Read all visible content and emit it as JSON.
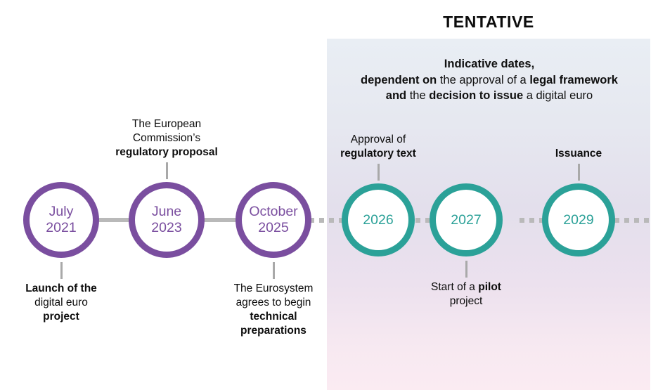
{
  "tentative": {
    "title": "TENTATIVE",
    "note_lines": [
      [
        {
          "t": "Indicative dates,",
          "b": true
        }
      ],
      [
        {
          "t": "dependent on",
          "b": true
        },
        {
          "t": " the approval of a ",
          "b": false
        },
        {
          "t": "legal framework",
          "b": true
        }
      ],
      [
        {
          "t": "and",
          "b": true
        },
        {
          "t": " the ",
          "b": false
        },
        {
          "t": "decision to issue",
          "b": true
        },
        {
          "t": " a digital euro",
          "b": false
        }
      ]
    ]
  },
  "colors": {
    "purple": "#7a4e9f",
    "teal": "#2ba198",
    "rail": "#b9b9b9",
    "stem": "#a9a9a9",
    "panel_top": "#e9eef4",
    "panel_mid": "#e3dfec",
    "panel_bottom": "#fbebf2",
    "text": "#0d0d0d"
  },
  "milestones": [
    {
      "id": "july-2021",
      "line1": "July",
      "line2": "2021",
      "style": "purple",
      "tentative": false,
      "caption_position": "below",
      "caption_lines": [
        [
          {
            "t": "Launch of the",
            "b": true
          }
        ],
        [
          {
            "t": "digital euro",
            "b": false
          }
        ],
        [
          {
            "t": "project",
            "b": true
          }
        ]
      ]
    },
    {
      "id": "june-2023",
      "line1": "June",
      "line2": "2023",
      "style": "purple",
      "tentative": false,
      "caption_position": "above",
      "caption_lines": [
        [
          {
            "t": "The European",
            "b": false
          }
        ],
        [
          {
            "t": "Commission’s",
            "b": false
          }
        ],
        [
          {
            "t": "regulatory proposal",
            "b": true
          }
        ]
      ]
    },
    {
      "id": "october-2025",
      "line1": "October",
      "line2": "2025",
      "style": "purple",
      "tentative": false,
      "caption_position": "below",
      "caption_lines": [
        [
          {
            "t": "The Eurosystem",
            "b": false
          }
        ],
        [
          {
            "t": "agrees to begin",
            "b": false
          }
        ],
        [
          {
            "t": "technical",
            "b": true
          }
        ],
        [
          {
            "t": "preparations",
            "b": true
          }
        ]
      ]
    },
    {
      "id": "2026",
      "line1": "2026",
      "line2": "",
      "style": "teal",
      "tentative": true,
      "caption_position": "above",
      "caption_lines": [
        [
          {
            "t": "Approval of",
            "b": false
          }
        ],
        [
          {
            "t": "regulatory text",
            "b": true
          }
        ]
      ]
    },
    {
      "id": "2027",
      "line1": "2027",
      "line2": "",
      "style": "teal",
      "tentative": true,
      "caption_position": "below",
      "caption_lines": [
        [
          {
            "t": "Start of a ",
            "b": false
          },
          {
            "t": "pilot",
            "b": true
          }
        ],
        [
          {
            "t": "project",
            "b": false
          }
        ]
      ]
    },
    {
      "id": "2029",
      "line1": "2029",
      "line2": "",
      "style": "teal",
      "tentative": true,
      "caption_position": "above",
      "caption_lines": [
        [
          {
            "t": "Issuance",
            "b": true
          }
        ]
      ]
    }
  ]
}
